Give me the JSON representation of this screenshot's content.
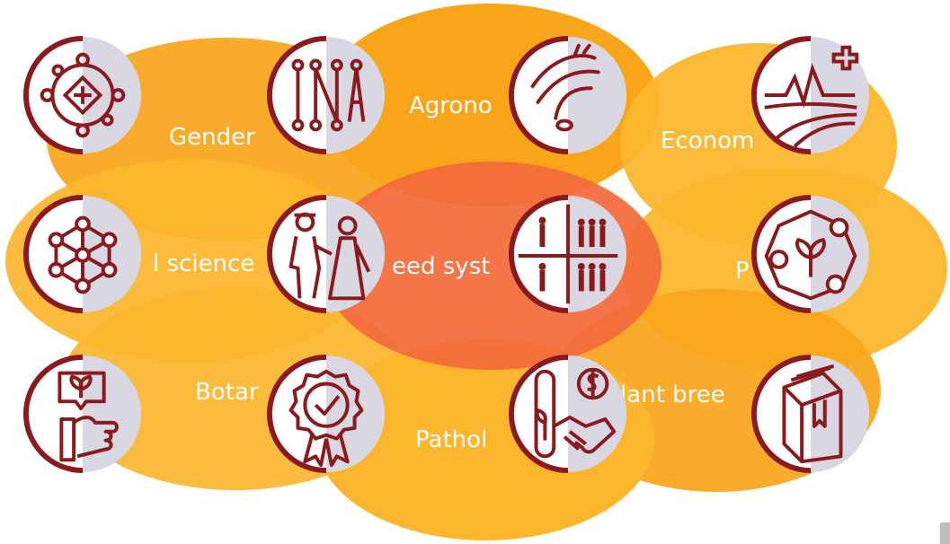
{
  "diagram": {
    "labels": {
      "gender": "Gender",
      "agronomy": "Agrono",
      "economics": "Econom",
      "social_science": "l science",
      "seed_systems": "eed syst",
      "p_label": "P",
      "botany": "Botar",
      "pathology": "Pathol",
      "plant_breeding": "lant bree"
    },
    "colors": {
      "ellipse_primary": "#f9a51a",
      "ellipse_light": "#fbb62d",
      "center_ellipse": "#f26b3a",
      "icon_maroon": "#8b1a1f",
      "icon_bg_white": "#ffffff",
      "icon_bg_grey": "#d9d7e1"
    },
    "icons": [
      "gender-diversity-icon",
      "network-nodes-icon",
      "hand-seed-icon",
      "market-field-icon",
      "molecule-network-icon",
      "farmers-meeting-icon",
      "community-grid-icon",
      "plant-cycle-icon",
      "sprout-hand-icon",
      "quality-badge-icon",
      "test-tube-handshake-icon",
      "book-icon"
    ]
  }
}
